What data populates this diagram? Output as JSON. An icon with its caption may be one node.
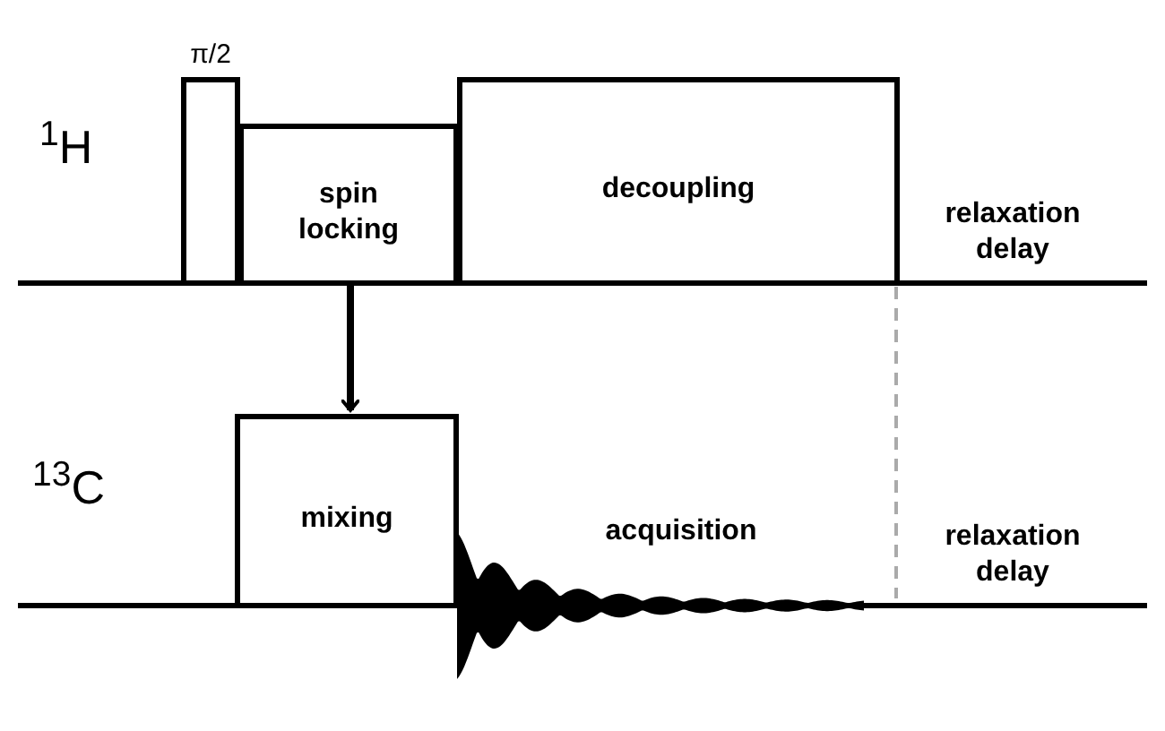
{
  "diagram": {
    "nodes": [
      {
        "text": [
          "π/2"
        ]
      },
      {
        "text": [
          "spin locking"
        ]
      },
      {
        "text": [
          "decoupling"
        ]
      },
      {
        "text": [
          "mixing"
        ]
      }
    ],
    "edges": [
      {
        "from": 1,
        "to": 3,
        "arrow": "to"
      }
    ],
    "labels": [
      "$^{1}$H",
      "relaxation delay",
      "$^{13}$C",
      "acquisition",
      "relaxation delay"
    ]
  }
}
